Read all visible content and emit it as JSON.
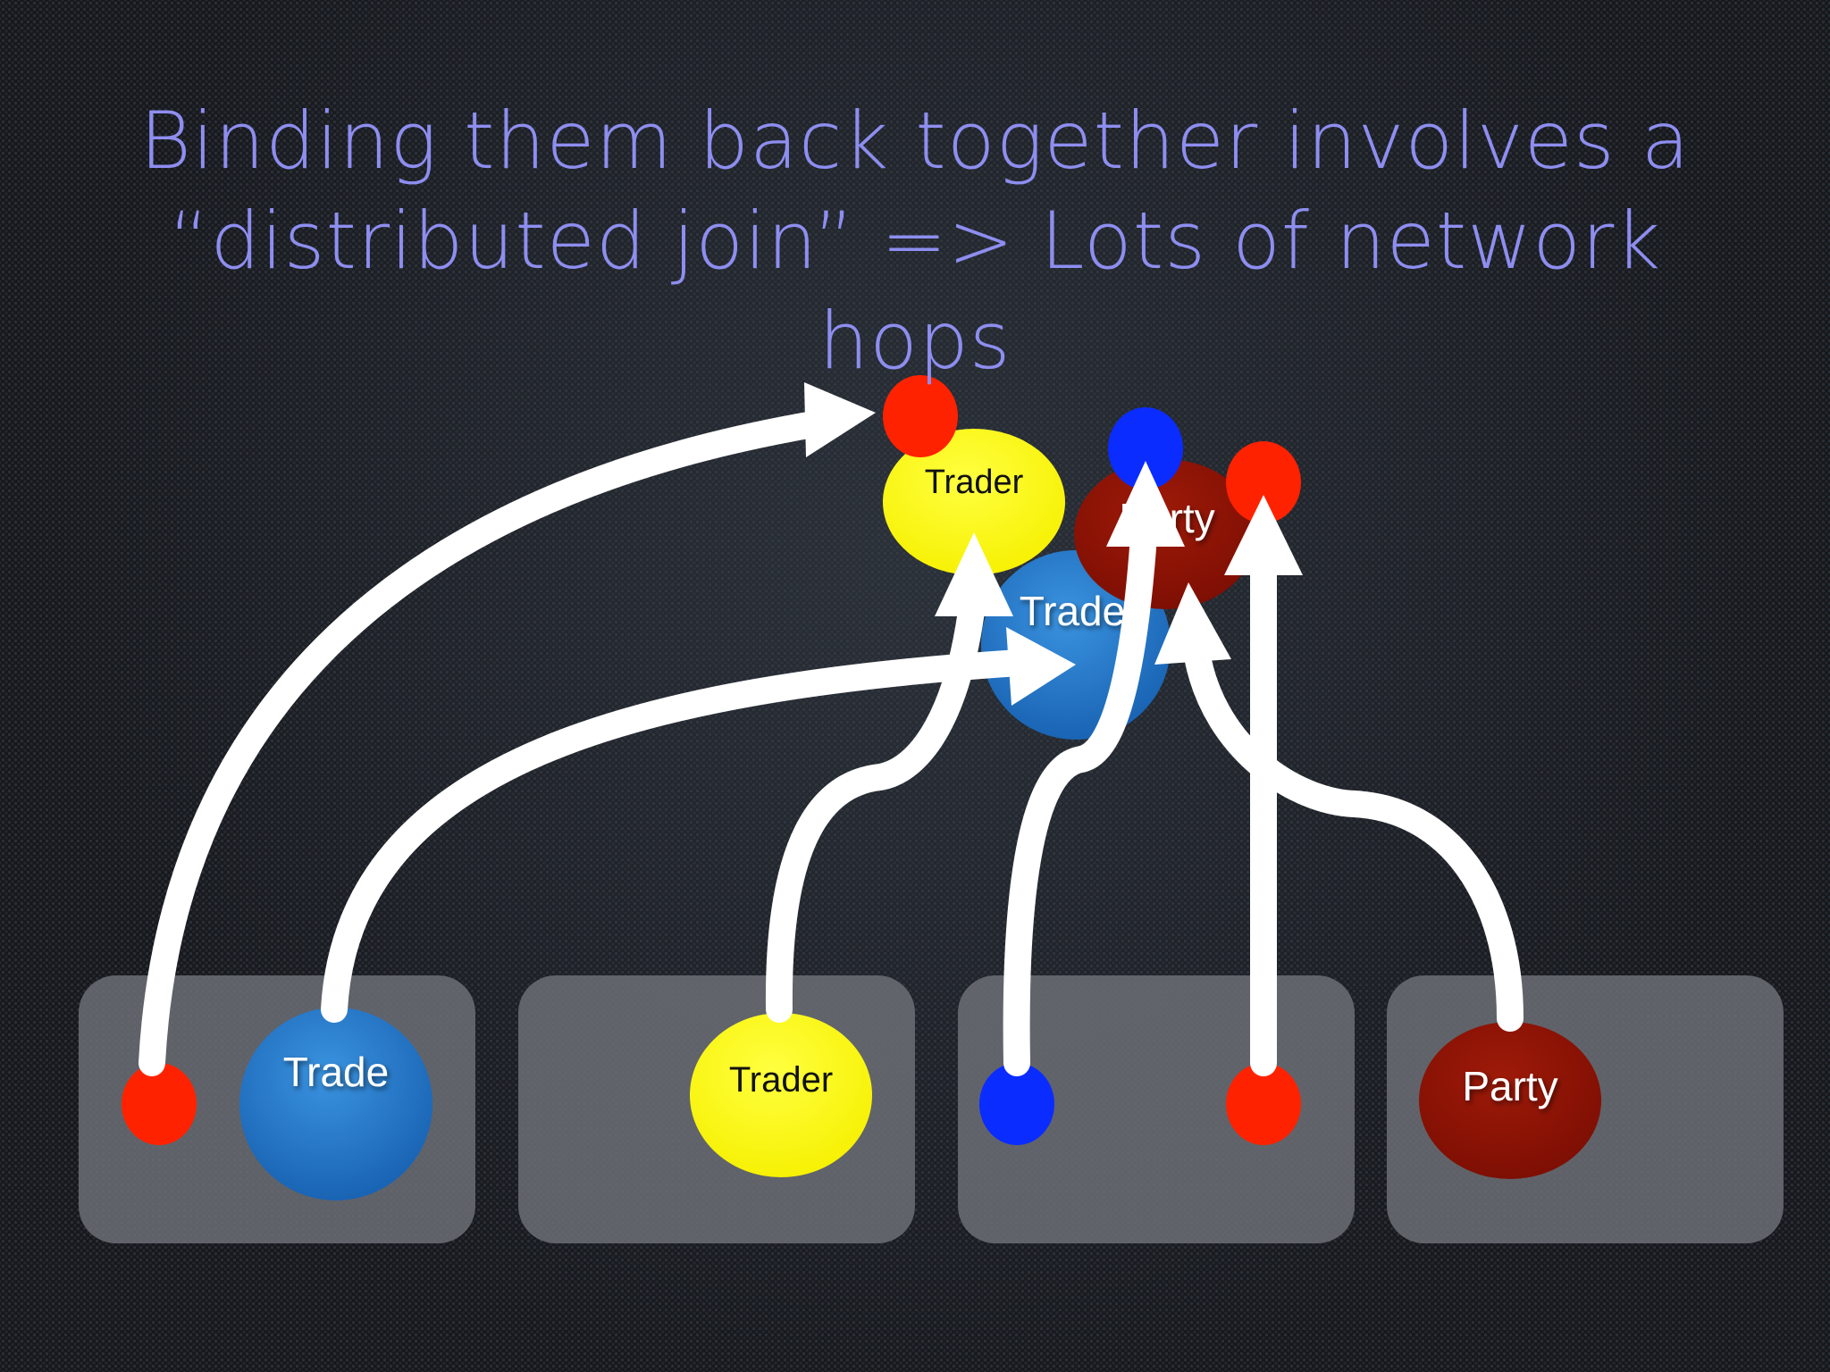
{
  "slide": {
    "title_lines": [
      "Binding them back together involves a",
      "“distributed join” => Lots of network",
      "hops"
    ]
  },
  "diagram": {
    "node_labels": {
      "trade": "Trade",
      "trader": "Trader",
      "party": "Party"
    },
    "colors": {
      "trade": "#1a6fc4",
      "trader": "#ffff00",
      "party": "#8b1205",
      "red_dot": "#ff2200",
      "blue_dot": "#0a2cff",
      "arrow": "#ffffff",
      "server_box": "#6c6f75",
      "title": "#8e8ef0"
    }
  }
}
